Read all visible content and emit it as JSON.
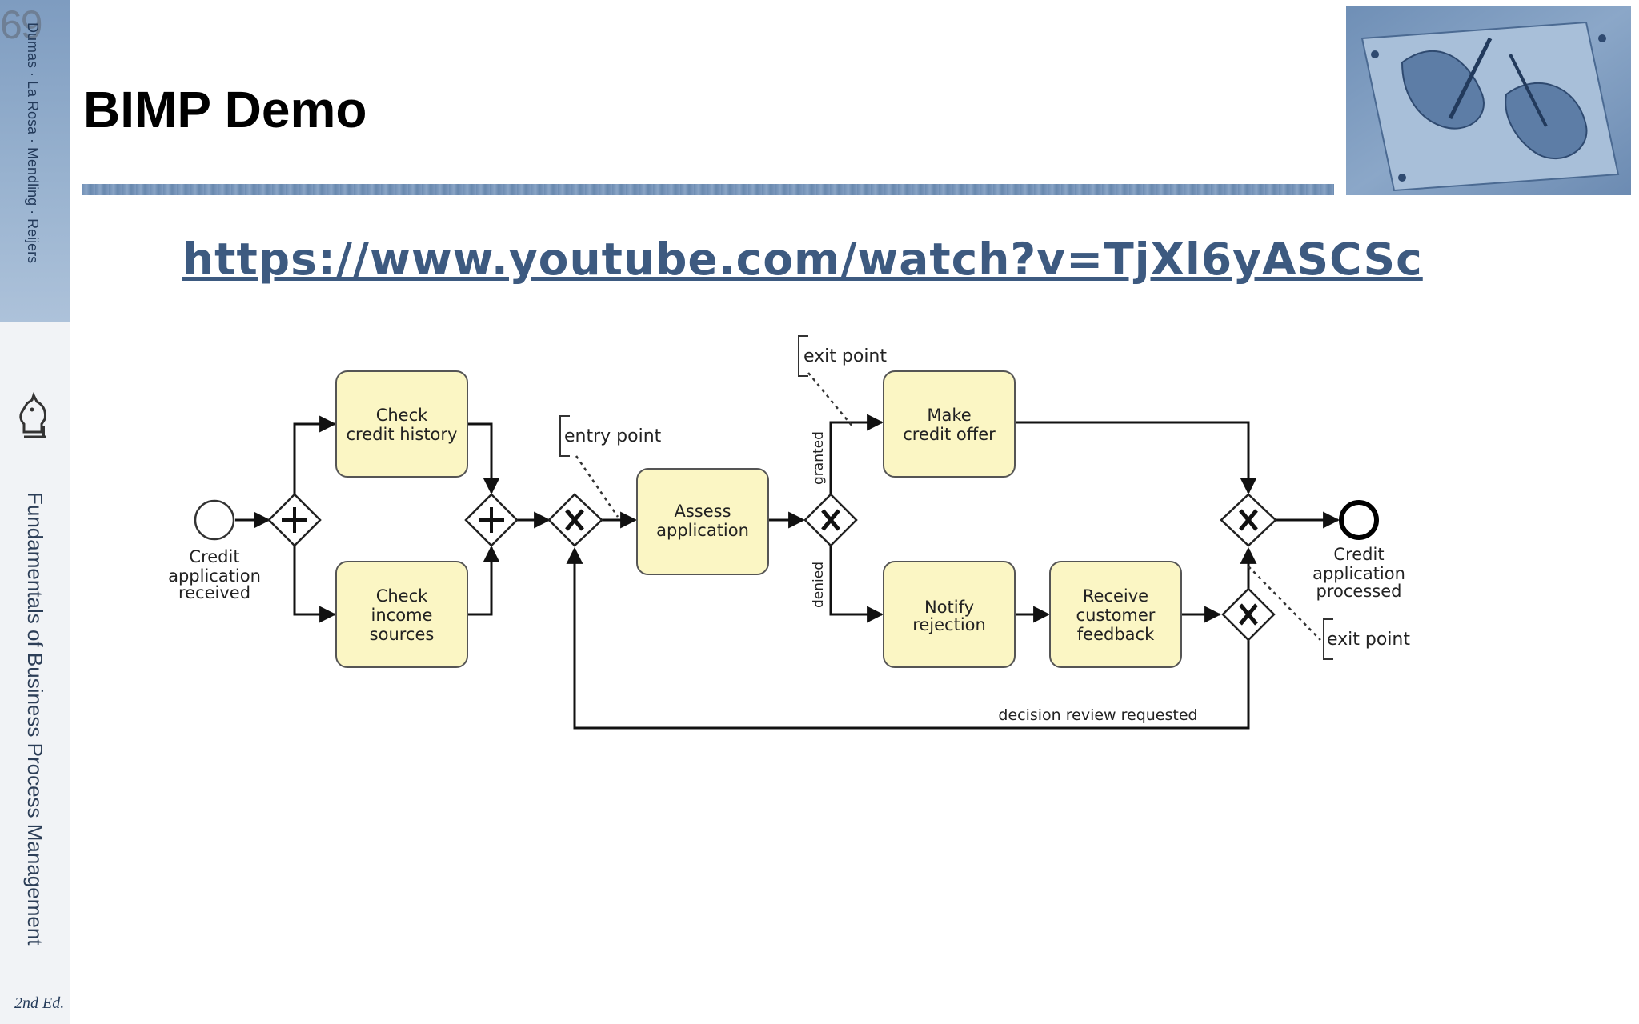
{
  "slide": {
    "number": "69",
    "title": "BIMP Demo",
    "link": "https://www.youtube.com/watch?v=TjXl6yASCSc"
  },
  "sidebar": {
    "authors": "Dumas · La Rosa · Mendling · Reijers",
    "book_title": "Fundamentals of Business Process Management",
    "edition": "2nd Ed."
  },
  "diagram": {
    "start_event": "Credit application received",
    "end_event": "Credit application processed",
    "tasks": {
      "check_credit_history": [
        "Check",
        "credit history"
      ],
      "check_income_sources": [
        "Check",
        "income",
        "sources"
      ],
      "assess_application": [
        "Assess",
        "application"
      ],
      "make_credit_offer": [
        "Make",
        "credit offer"
      ],
      "notify_rejection": [
        "Notify",
        "rejection"
      ],
      "receive_customer_feedback": [
        "Receive",
        "customer",
        "feedback"
      ]
    },
    "start_event_lines": [
      "Credit",
      "application",
      "received"
    ],
    "end_event_lines": [
      "Credit",
      "application",
      "processed"
    ],
    "annotations": {
      "entry_point": "entry point",
      "exit_point_top": "exit point",
      "exit_point_bottom": "exit point"
    },
    "flow_labels": {
      "granted": "granted",
      "denied": "denied",
      "decision_review": "decision review requested"
    },
    "colors": {
      "task_fill": "#fbf6c4",
      "link": "#3d5a80",
      "rule": "#7896ba"
    }
  }
}
